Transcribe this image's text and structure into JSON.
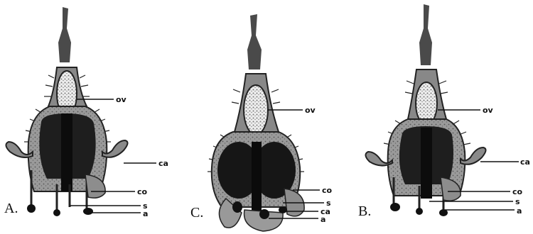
{
  "figure": {
    "panels": [
      {
        "id": "A",
        "letter": "A.",
        "labels": {
          "ov": "ov",
          "ca": "ca",
          "co": "co",
          "s": "s",
          "a": "a"
        }
      },
      {
        "id": "C",
        "letter": "C.",
        "labels": {
          "ov": "ov",
          "co": "co",
          "s": "s",
          "ca": "ca",
          "a": "a"
        }
      },
      {
        "id": "B",
        "letter": "B.",
        "labels": {
          "ov": "ov",
          "ca": "ca",
          "co": "co",
          "s": "s",
          "a": "a"
        }
      }
    ]
  }
}
